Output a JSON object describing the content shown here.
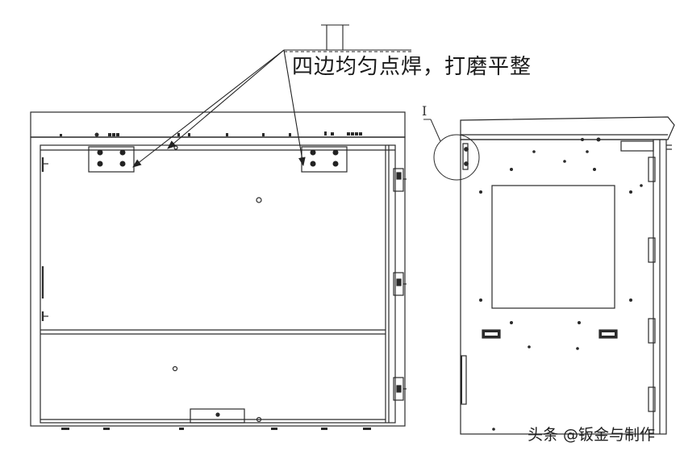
{
  "annotation": {
    "text": "四边均匀点焊，打磨平整"
  },
  "side_view": {
    "section_label": "I"
  },
  "watermark": "头条 @钣金与制作"
}
